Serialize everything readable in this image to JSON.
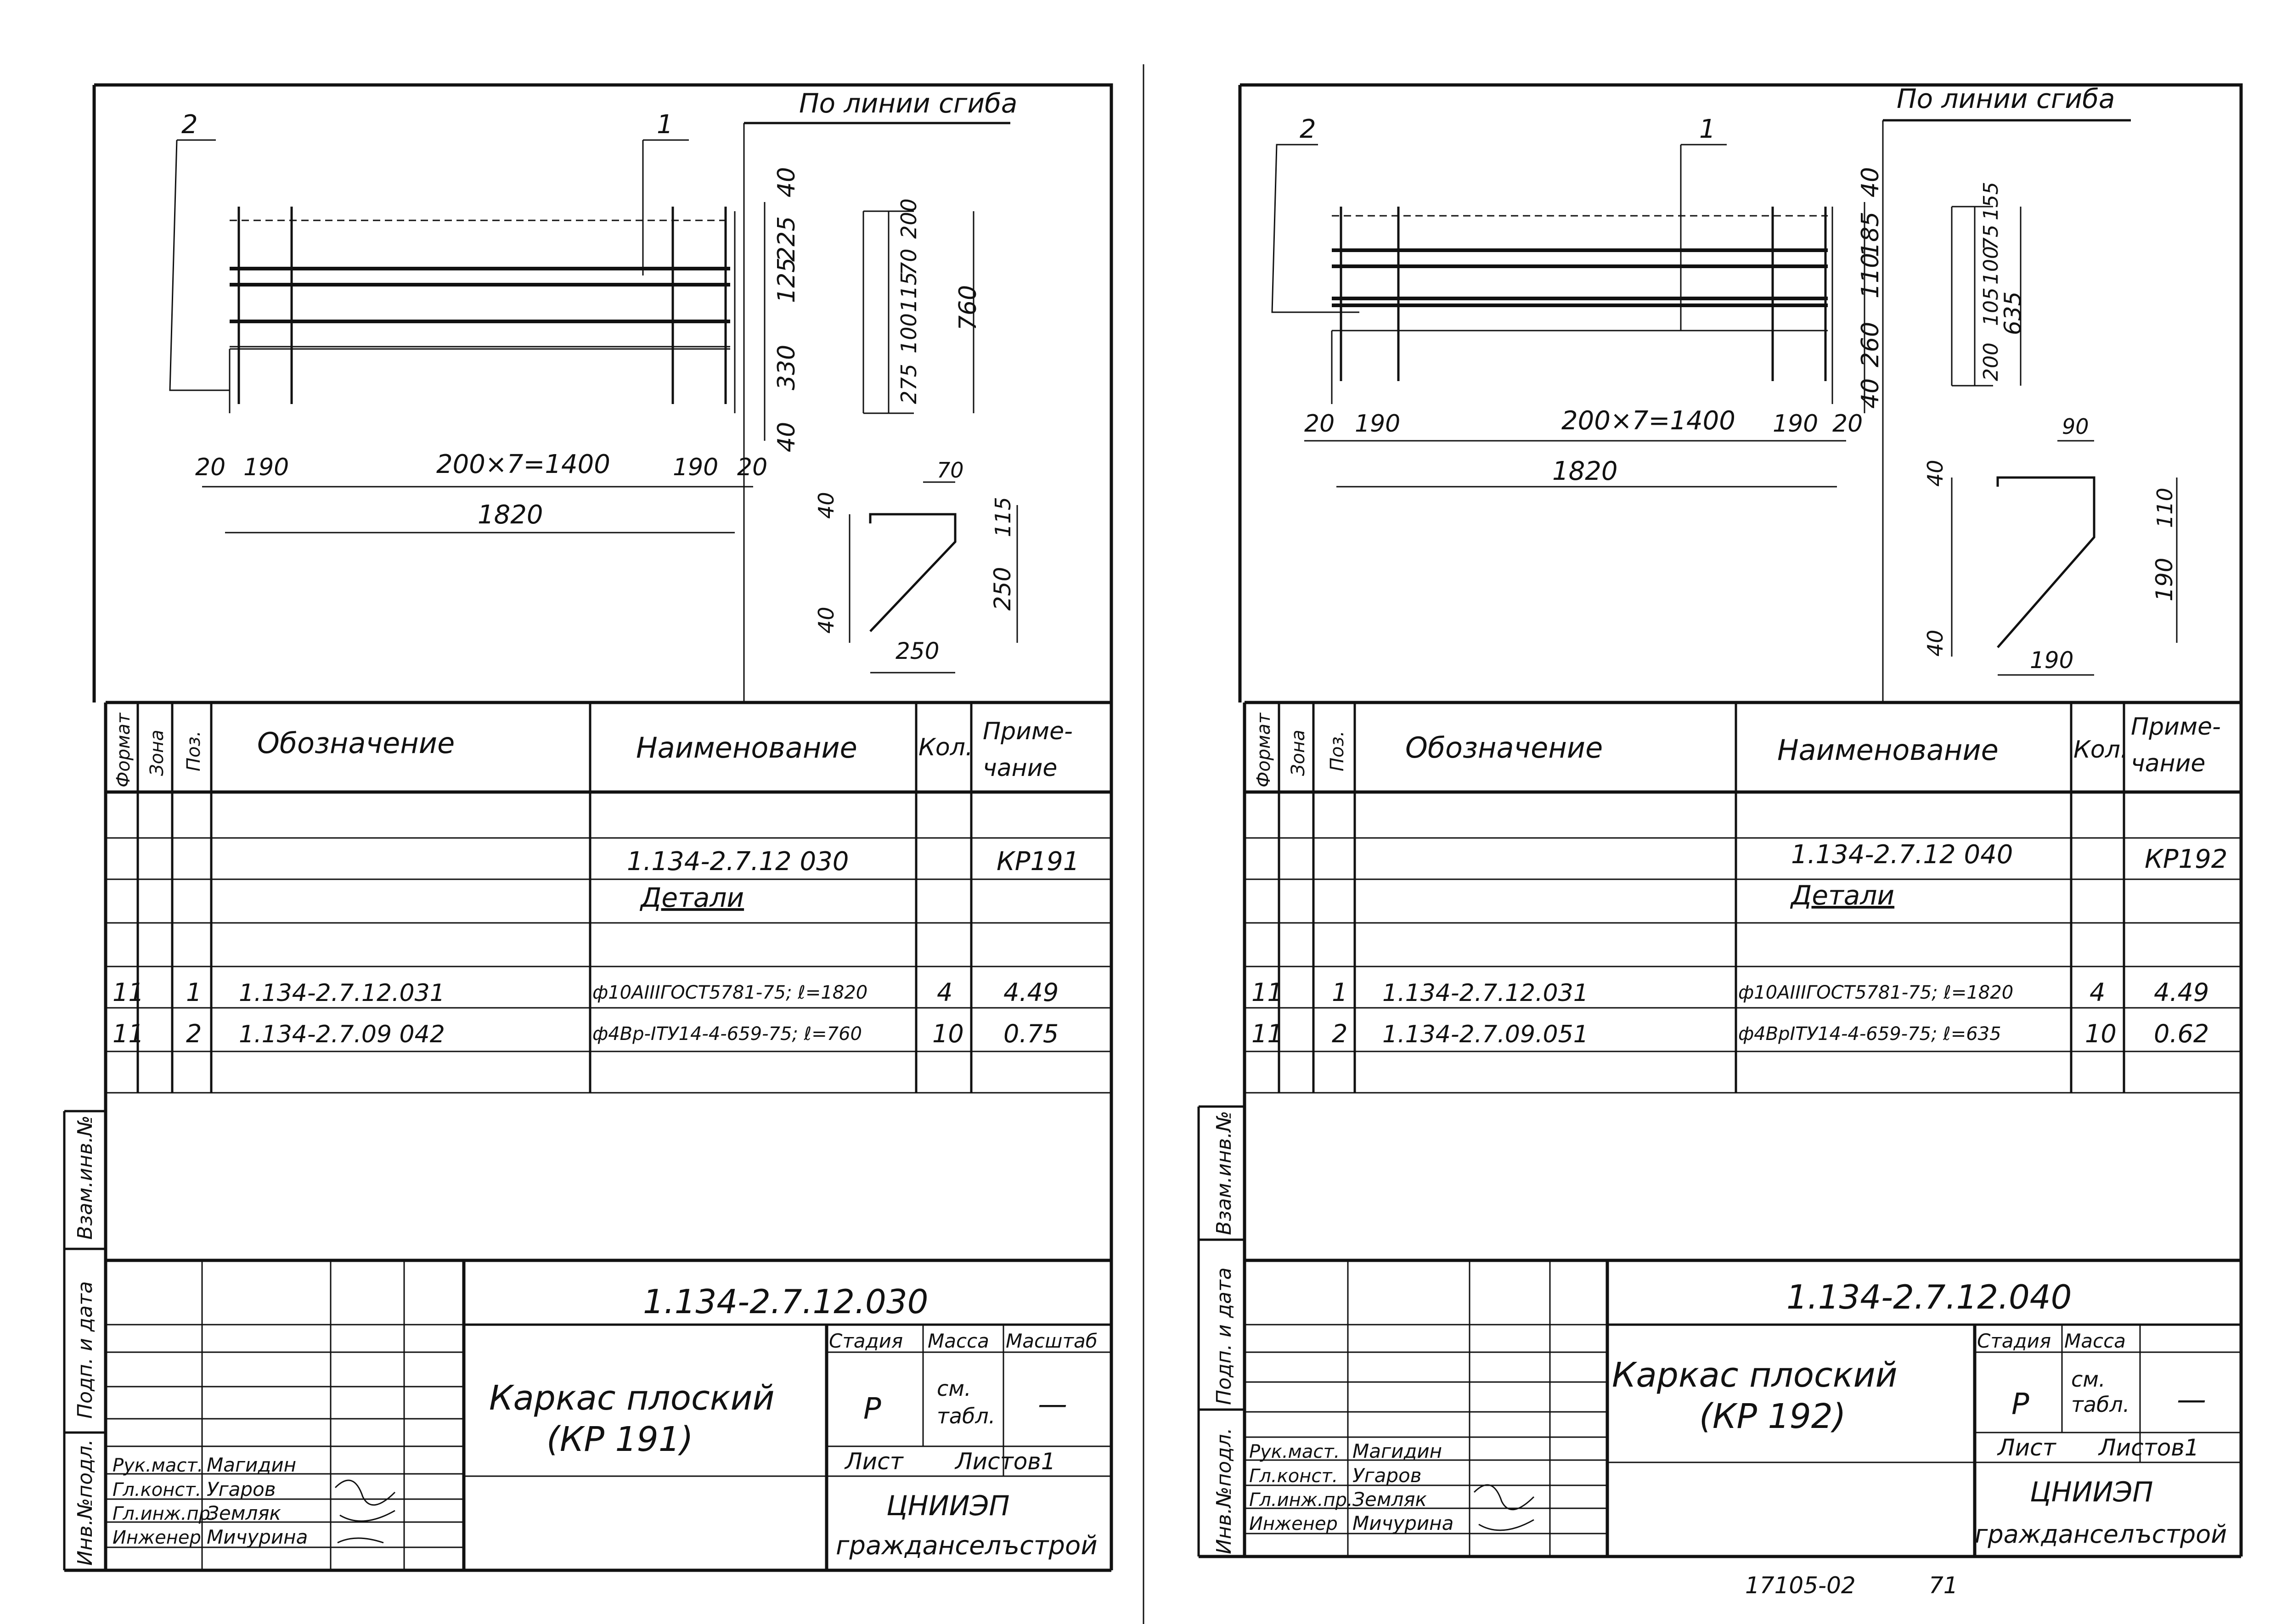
{
  "left": {
    "fold_label": "По линии сгиба",
    "callouts": [
      "2",
      "1"
    ],
    "dims_vertical": [
      "40",
      "225",
      "125",
      "330",
      "40"
    ],
    "dims_bottom": [
      "20",
      "190",
      "200×7=1400",
      "190",
      "20"
    ],
    "dim_total": "1820",
    "rebar_dims": [
      "275",
      "100",
      "115",
      "70",
      "200"
    ],
    "rebar_total": "760",
    "section_dims": [
      "70",
      "40",
      "115",
      "250",
      "40",
      "250"
    ],
    "spec_headers": [
      "Формат",
      "Зона",
      "Поз.",
      "Обозначение",
      "Наименование",
      "Кол.",
      "Приме-\nчание"
    ],
    "spec_doc": "1.134-2.7.12 030",
    "spec_doc_note": "КР191",
    "spec_section": "Детали",
    "rows": [
      {
        "format": "11",
        "pos": "1",
        "designation": "1.134-2.7.12.031",
        "name": "ф10АIIIГОСТ5781-75; ℓ=1820",
        "qty": "4",
        "note": "4.49"
      },
      {
        "format": "11",
        "pos": "2",
        "designation": "1.134-2.7.09 042",
        "name": "ф4Вр-IТУ14-4-659-75; ℓ=760",
        "qty": "10",
        "note": "0.75"
      }
    ],
    "side_labels": [
      "Взам.инв.№",
      "Подп. и дата",
      "Инв.№подл."
    ],
    "title_code": "1.134-2.7.12.030",
    "title_name_1": "Каркас плоский",
    "title_name_2": "(КР 191)",
    "stage_headers": [
      "Стадия",
      "Масса",
      "Масштаб"
    ],
    "stage_values": [
      "Р",
      "см.\nтабл.",
      "—"
    ],
    "sheet_label": "Лист",
    "sheets_label": "Листов1",
    "org": [
      "ЦНИИЭП",
      "гражданселъстрой"
    ],
    "staff": [
      {
        "role": "Рук.маст.",
        "name": "Магидин"
      },
      {
        "role": "Гл.конст.",
        "name": "Угаров"
      },
      {
        "role": "Гл.инж.пр.",
        "name": "Земляк"
      },
      {
        "role": "Инженер",
        "name": "Мичурина"
      }
    ]
  },
  "right": {
    "fold_label": "По линии сгиба",
    "callouts": [
      "2",
      "1"
    ],
    "dims_vertical": [
      "40",
      "185",
      "110",
      "260",
      "40"
    ],
    "dims_bottom": [
      "20",
      "190",
      "200×7=1400",
      "190",
      "20"
    ],
    "dim_total": "1820",
    "rebar_dims": [
      "200",
      "105",
      "100",
      "75",
      "155"
    ],
    "rebar_total": "635",
    "section_dims": [
      "90",
      "40",
      "110",
      "190",
      "40",
      "190"
    ],
    "spec_headers": [
      "Формат",
      "Зона",
      "Поз.",
      "Обозначение",
      "Наименование",
      "Кол.",
      "Приме-\nчание"
    ],
    "spec_doc": "1.134-2.7.12 040",
    "spec_doc_note": "КР192",
    "spec_section": "Детали",
    "rows": [
      {
        "format": "11",
        "pos": "1",
        "designation": "1.134-2.7.12.031",
        "name": "ф10АIIIГОСТ5781-75; ℓ=1820",
        "qty": "4",
        "note": "4.49"
      },
      {
        "format": "11",
        "pos": "2",
        "designation": "1.134-2.7.09.051",
        "name": "ф4ВрIТУ14-4-659-75; ℓ=635",
        "qty": "10",
        "note": "0.62"
      }
    ],
    "side_labels": [
      "Взам.инв.№",
      "Подп. и дата",
      "Инв.№подл."
    ],
    "title_code": "1.134-2.7.12.040",
    "title_name_1": "Каркас плоский",
    "title_name_2": "(КР 192)",
    "stage_headers": [
      "Стадия",
      "Масса"
    ],
    "stage_values": [
      "Р",
      "см.\nтабл.",
      "—"
    ],
    "sheet_label": "Лист",
    "sheets_label": "Листов1",
    "org": [
      "ЦНИИЭП",
      "гражданселъстрой"
    ],
    "staff": [
      {
        "role": "Рук.маст.",
        "name": "Магидин"
      },
      {
        "role": "Гл.конст.",
        "name": "Угаров"
      },
      {
        "role": "Гл.инж.пр.",
        "name": "Земляк"
      },
      {
        "role": "Инженер",
        "name": "Мичурина"
      }
    ]
  },
  "footer_number": "17105-02",
  "footer_page": "71"
}
